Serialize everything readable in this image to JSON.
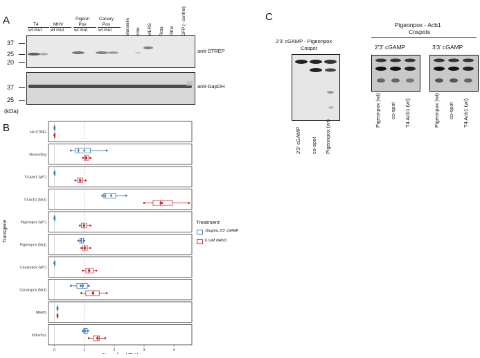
{
  "panelA": {
    "letter": "A",
    "groups": [
      {
        "name": "T4",
        "sub": "wt mut"
      },
      {
        "name": "MHV",
        "sub": "wt mut"
      },
      {
        "name": "Pigeon\nPox",
        "sub": "wt mut"
      },
      {
        "name": "Canary\nPox",
        "sub": "wt mut"
      }
    ],
    "singles": [
      "Marseille",
      "Irido",
      "MERS",
      "Rota",
      "Pitho",
      "GFP (- control)"
    ],
    "blot1_label": "anti-STREP",
    "blot2_label": "anti-GapDH",
    "mw_top": [
      "37",
      "25",
      "20"
    ],
    "mw_bottom": [
      "37",
      "25"
    ],
    "kda": "(kDa)"
  },
  "panelB": {
    "letter": "B",
    "ylabel": "Transgene",
    "xlabel": "Normalized RLU",
    "legend_title": "Treatment",
    "legend": [
      {
        "name": "10ug/mL 2'3' cGAMP",
        "color": "#3a78b5"
      },
      {
        "name": "0.1uM diABZI",
        "color": "#c0282d"
      }
    ]
  },
  "chart_data": {
    "type": "box",
    "title": "",
    "xlabel": "Normalized RLU",
    "ylabel": "Transgene",
    "xlim": [
      -0.2,
      4.6
    ],
    "xticks": [
      0,
      1,
      2,
      3,
      4
    ],
    "reference_line": 1,
    "categories": [
      "No STING",
      "Noncoding",
      "T4 Acb1 (WT)",
      "T4 Acb1 (Mut)",
      "Pigeonpox (WT)",
      "Pigeonpox (Mut)",
      "Canarypox (WT)",
      "Canarypox (Mut)",
      "MERS",
      "Iridovirus"
    ],
    "series": [
      {
        "name": "10ug/mL 2'3' cGAMP",
        "color": "#3a78b5",
        "boxes": [
          {
            "min": 0.0,
            "q1": 0.0,
            "median": 0.0,
            "q3": 0.0,
            "max": 0.0,
            "points": [
              0.0,
              0.0,
              0.0
            ],
            "mean": 0.0
          },
          {
            "min": 0.55,
            "q1": 0.7,
            "median": 0.8,
            "q3": 1.2,
            "max": 1.75,
            "points": [
              0.55,
              0.8,
              1.75
            ],
            "mean": 1.0
          },
          {
            "min": 0.0,
            "q1": 0.0,
            "median": 0.0,
            "q3": 0.0,
            "max": 0.0,
            "points": [
              0.0,
              0.0,
              0.0
            ],
            "mean": 0.0
          },
          {
            "min": 1.6,
            "q1": 1.65,
            "median": 1.7,
            "q3": 2.05,
            "max": 2.4,
            "points": [
              1.6,
              1.7,
              2.4
            ],
            "mean": 1.9
          },
          {
            "min": 0.0,
            "q1": 0.0,
            "median": 0.0,
            "q3": 0.0,
            "max": 0.0,
            "points": [
              0.0,
              0.0,
              0.0
            ],
            "mean": 0.0
          },
          {
            "min": 0.8,
            "q1": 0.85,
            "median": 0.9,
            "q3": 0.97,
            "max": 1.0,
            "points": [
              0.8,
              0.9,
              1.0
            ],
            "mean": 0.9
          },
          {
            "min": 0.0,
            "q1": 0.0,
            "median": 0.0,
            "q3": 0.0,
            "max": 0.0,
            "points": [
              0.0,
              0.0,
              0.0
            ],
            "mean": 0.0
          },
          {
            "min": 0.55,
            "q1": 0.75,
            "median": 0.95,
            "q3": 1.1,
            "max": 1.15,
            "points": [
              0.55,
              0.95,
              1.15
            ],
            "mean": 0.88
          },
          {
            "min": 0.1,
            "q1": 0.1,
            "median": 0.1,
            "q3": 0.1,
            "max": 0.1,
            "points": [
              0.1,
              0.1,
              0.1
            ],
            "mean": 0.1
          },
          {
            "min": 0.95,
            "q1": 0.98,
            "median": 1.02,
            "q3": 1.1,
            "max": 1.12,
            "points": [
              0.95,
              1.02,
              1.12
            ],
            "mean": 1.03
          }
        ]
      },
      {
        "name": "0.1uM diABZI",
        "color": "#c0282d",
        "boxes": [
          {
            "min": 0.0,
            "q1": 0.0,
            "median": 0.0,
            "q3": 0.0,
            "max": 0.0,
            "points": [
              0.0,
              0.0,
              0.0
            ],
            "mean": 0.0
          },
          {
            "min": 0.95,
            "q1": 1.0,
            "median": 1.05,
            "q3": 1.15,
            "max": 1.2,
            "points": [
              0.95,
              1.05,
              1.2
            ],
            "mean": 1.07
          },
          {
            "min": 0.7,
            "q1": 0.78,
            "median": 0.85,
            "q3": 0.95,
            "max": 1.05,
            "points": [
              0.7,
              0.85,
              1.05
            ],
            "mean": 0.87
          },
          {
            "min": 3.0,
            "q1": 3.3,
            "median": 3.55,
            "q3": 3.95,
            "max": 4.5,
            "points": [
              3.0,
              3.55,
              4.5
            ],
            "mean": 3.6
          },
          {
            "min": 0.85,
            "q1": 0.9,
            "median": 0.98,
            "q3": 1.08,
            "max": 1.2,
            "points": [
              0.85,
              0.98,
              1.2
            ],
            "mean": 1.0
          },
          {
            "min": 0.9,
            "q1": 0.95,
            "median": 1.0,
            "q3": 1.1,
            "max": 1.2,
            "points": [
              0.9,
              1.0,
              1.2
            ],
            "mean": 1.03
          },
          {
            "min": 0.95,
            "q1": 1.05,
            "median": 1.15,
            "q3": 1.3,
            "max": 1.4,
            "points": [
              0.95,
              1.15,
              1.4
            ],
            "mean": 1.17
          },
          {
            "min": 0.9,
            "q1": 1.05,
            "median": 1.3,
            "q3": 1.5,
            "max": 1.75,
            "points": [
              0.9,
              1.3,
              1.75
            ],
            "mean": 1.28
          },
          {
            "min": 0.1,
            "q1": 0.1,
            "median": 0.1,
            "q3": 0.1,
            "max": 0.1,
            "points": [
              0.1,
              0.1,
              0.1
            ],
            "mean": 0.1
          },
          {
            "min": 1.15,
            "q1": 1.3,
            "median": 1.45,
            "q3": 1.5,
            "max": 1.7,
            "points": [
              1.15,
              1.45,
              1.7
            ],
            "mean": 1.43
          }
        ]
      }
    ]
  },
  "panelC": {
    "letter": "C",
    "left_title_1": "2'3' cGAMP - Pigeonpox",
    "left_title_2": "Cospot",
    "left_lanes": [
      "2'3' cGAMP",
      "co-spot",
      "Pigeonpox (wt)"
    ],
    "right_title_1": "Pigeonpox - Acb1",
    "right_title_2": "Cospots",
    "sub1_title": "2'3' cGAMP",
    "sub2_title": "3'3' cGAMP",
    "sub_lanes": [
      "Pigeonpox (wt)",
      "co-spot",
      "T4 Acb1 (wt)"
    ]
  }
}
